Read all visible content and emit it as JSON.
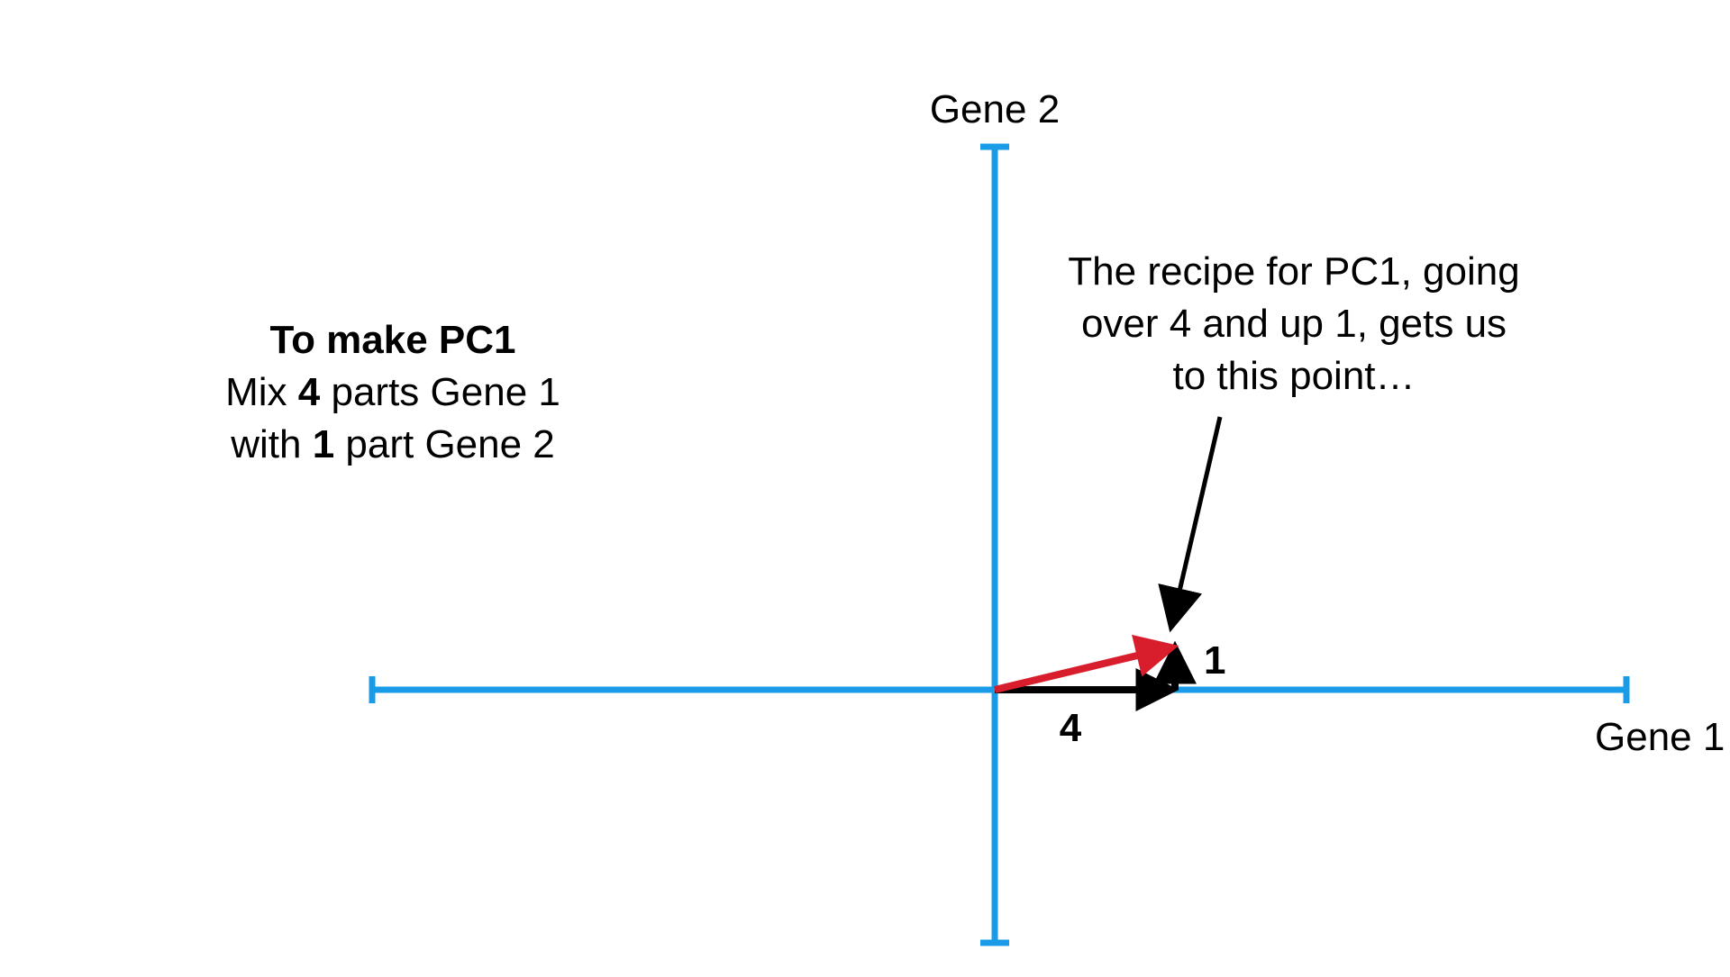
{
  "axes": {
    "x_label": "Gene 1",
    "y_label": "Gene 2",
    "color": "#1a9be8"
  },
  "recipe": {
    "title": "To make PC1",
    "line1_prefix": "Mix ",
    "line1_number": "4",
    "line1_suffix": " parts Gene 1",
    "line2_prefix": "with ",
    "line2_number": "1",
    "line2_suffix": " part Gene 2"
  },
  "callout": {
    "line1": "The recipe for PC1, going",
    "line2": "over 4 and up 1, gets us",
    "line3": "to this point…"
  },
  "vector": {
    "over": 4,
    "up": 1,
    "over_label": "4",
    "up_label": "1",
    "pc_color": "#d81e2c",
    "component_color": "#000000"
  }
}
